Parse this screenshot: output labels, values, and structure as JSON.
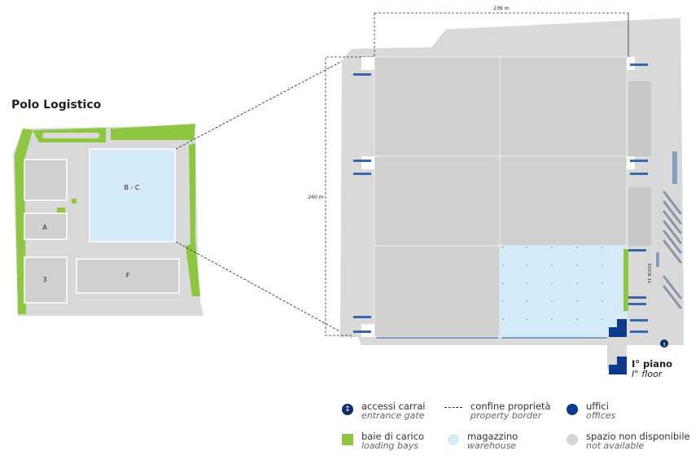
{
  "site": {
    "title": "Polo Logistico",
    "buildings": {
      "bc": "B - C",
      "a": "A",
      "three": "3",
      "f": "F"
    }
  },
  "dimensions": {
    "width_label": "236 m",
    "height_label": "260 m"
  },
  "detail": {
    "vertical_marker": "DOCK 11"
  },
  "floor": {
    "it": "I° piano",
    "en": "I° floor"
  },
  "legend": {
    "gate": {
      "it": "accessi carrai",
      "en": "entrance gate",
      "icon": "entrance-gate-icon"
    },
    "border": {
      "it": "confine proprietà",
      "en": "property border"
    },
    "offices": {
      "it": "uffici",
      "en": "offices",
      "icon": "office-dot-icon"
    },
    "bays": {
      "it": "baie di carico",
      "en": "loading bays",
      "icon": "loading-bay-icon"
    },
    "warehouse": {
      "it": "magazzino",
      "en": "warehouse",
      "icon": "warehouse-icon"
    },
    "unavailable": {
      "it": "spazio non disponibile",
      "en": "not available",
      "icon": "unavailable-icon"
    }
  },
  "colors": {
    "green": "#8dc63f",
    "warehouse_blue": "#d6ebfa",
    "unavailable_gray": "#d6d6d6",
    "office_blue": "#0d3a8a"
  }
}
